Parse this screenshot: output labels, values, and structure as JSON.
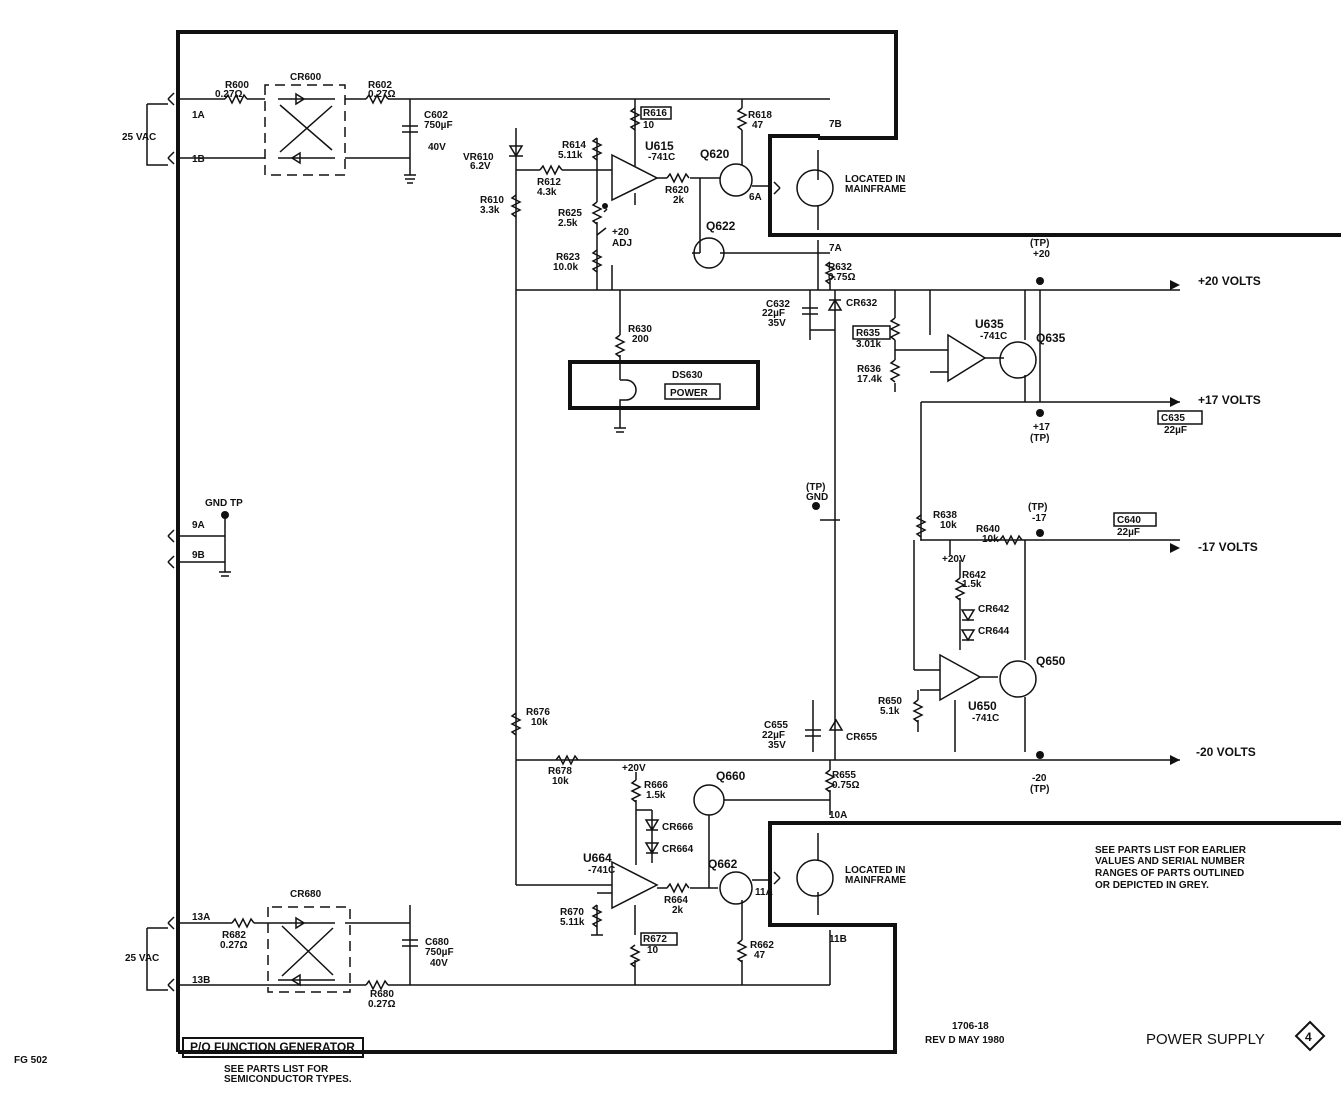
{
  "inputs": {
    "top": {
      "voltage": "25 VAC",
      "pin_a": "1A",
      "pin_b": "1B"
    },
    "bottom": {
      "voltage": "25 VAC",
      "pin_a": "13A",
      "pin_b": "13B"
    },
    "gnd": {
      "label": "GND TP",
      "pin_a": "9A",
      "pin_b": "9B"
    }
  },
  "top_section": {
    "r600": [
      "R600",
      "0.27Ω"
    ],
    "r602": [
      "R602",
      "0.27Ω"
    ],
    "cr600": "CR600",
    "c602": [
      "C602",
      "750µF",
      "40V"
    ],
    "vr610": [
      "VR610",
      "6.2V"
    ],
    "r610": [
      "R610",
      "3.3k"
    ],
    "r612": [
      "R612",
      "4.3k"
    ],
    "r614": [
      "R614",
      "5.11k"
    ],
    "r616": [
      "R616",
      "10"
    ],
    "r618": [
      "R618",
      "47"
    ],
    "u615": [
      "U615",
      "-741C"
    ],
    "r620": [
      "R620",
      "2k"
    ],
    "q620": "Q620",
    "q622": "Q622",
    "r625": [
      "R625",
      "2.5k"
    ],
    "adj": [
      "+20",
      "ADJ"
    ],
    "r623": [
      "R623",
      "10.0k"
    ],
    "r630": [
      "R630",
      "200"
    ],
    "ds630": "DS630",
    "power": "POWER",
    "located": [
      "LOCATED IN",
      "MAINFRAME"
    ],
    "pins": [
      "7B",
      "6A",
      "7A"
    ]
  },
  "right_section": {
    "r632": [
      "R632",
      "0.75Ω"
    ],
    "c632": [
      "C632",
      "22µF",
      "35V"
    ],
    "cr632": "CR632",
    "r635": [
      "R635",
      "3.01k"
    ],
    "r636": [
      "R636",
      "17.4k"
    ],
    "u635": [
      "U635",
      "-741C"
    ],
    "q635": "Q635",
    "tp20": [
      "(TP)",
      "+20"
    ],
    "tp17": [
      "+17",
      "(TP)"
    ],
    "c635": [
      "C635",
      "22µF"
    ],
    "tpgnd": [
      "(TP)",
      "GND"
    ],
    "r638": [
      "R638",
      "10k"
    ],
    "r640": [
      "R640",
      "10k"
    ],
    "tpm17": [
      "(TP)",
      "-17"
    ],
    "c640": [
      "C640",
      "22µF"
    ],
    "r642_supply": "+20V",
    "r642": [
      "R642",
      "1.5k"
    ],
    "cr642": "CR642",
    "cr644": "CR644",
    "u650": [
      "U650",
      "-741C"
    ],
    "q650": "Q650",
    "r650": [
      "R650",
      "5.1k"
    ],
    "c655": [
      "C655",
      "22µF",
      "35V"
    ],
    "cr655": "CR655",
    "tpm20": [
      "-20",
      "(TP)"
    ]
  },
  "outputs": [
    "+20 VOLTS",
    "+17 VOLTS",
    "-17 VOLTS",
    "-20 VOLTS"
  ],
  "bottom_section": {
    "r676": [
      "R676",
      "10k"
    ],
    "r678": [
      "R678",
      "10k"
    ],
    "r666_supply": "+20V",
    "r666": [
      "R666",
      "1.5k"
    ],
    "cr666": "CR666",
    "cr664": "CR664",
    "q660": "Q660",
    "q662": "Q662",
    "u664": [
      "U664",
      "-741C"
    ],
    "r664": [
      "R664",
      "2k"
    ],
    "r670": [
      "R670",
      "5.11k"
    ],
    "r672": [
      "R672",
      "10"
    ],
    "r662": [
      "R662",
      "47"
    ],
    "r655": [
      "R655",
      "0.75Ω"
    ],
    "located": [
      "LOCATED IN",
      "MAINFRAME"
    ],
    "pins": [
      "10A",
      "11A",
      "11B"
    ],
    "cr680": "CR680",
    "r682": [
      "R682",
      "0.27Ω"
    ],
    "r680": [
      "R680",
      "0.27Ω"
    ],
    "c680": [
      "C680",
      "750µF",
      "40V"
    ]
  },
  "notes": {
    "parts_list": [
      "SEE PARTS LIST FOR EARLIER",
      "VALUES AND SERIAL NUMBER",
      "RANGES OF PARTS OUTLINED",
      "OR DEPICTED IN GREY."
    ],
    "semiconductor": [
      "SEE PARTS LIST FOR",
      "SEMICONDUCTOR TYPES."
    ]
  },
  "title_block": {
    "board": "P/O FUNCTION GENERATOR",
    "drawing": "1706-18",
    "revision": "REV D MAY 1980",
    "title": "POWER SUPPLY",
    "sheet_number": "4",
    "model": "FG 502"
  }
}
